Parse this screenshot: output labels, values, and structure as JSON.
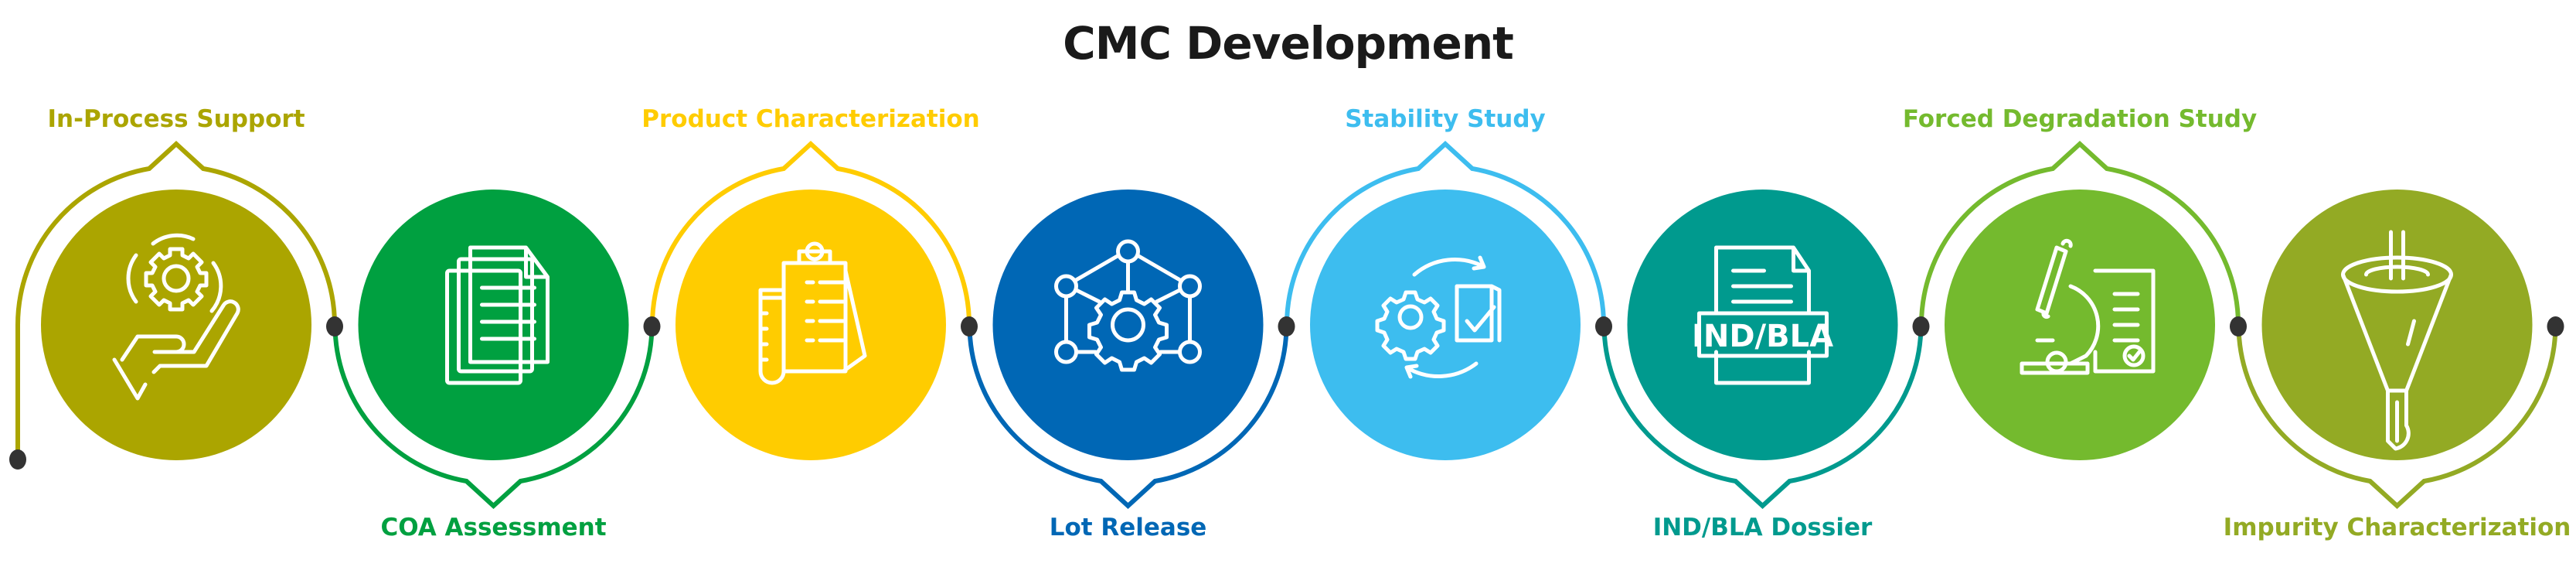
{
  "title": "CMC Development",
  "dot_color": "#333333",
  "steps": [
    {
      "label": "In-Process Support",
      "color": "#ABA500",
      "position": "top",
      "icon": "hand-gear-icon"
    },
    {
      "label": "COA Assessment",
      "color": "#00A040",
      "position": "bottom",
      "icon": "documents-icon"
    },
    {
      "label": "Product Characterization",
      "color": "#FFCC00",
      "position": "top",
      "icon": "clipboard-test-tube-icon"
    },
    {
      "label": "Lot Release",
      "color": "#0067B5",
      "position": "bottom",
      "icon": "network-gear-icon"
    },
    {
      "label": "Stability Study",
      "color": "#3DBDEF",
      "position": "top",
      "icon": "gear-document-cycle-icon"
    },
    {
      "label": "IND/BLA Dossier",
      "color": "#009A8E",
      "position": "bottom",
      "icon": "ind-bla-document-icon",
      "icon_text": "IND/BLA"
    },
    {
      "label": "Forced Degradation Study",
      "color": "#74BA2E",
      "position": "top",
      "icon": "microscope-report-icon"
    },
    {
      "label": "Impurity Characterization",
      "color": "#93AA24",
      "position": "bottom",
      "icon": "funnel-icon"
    }
  ]
}
